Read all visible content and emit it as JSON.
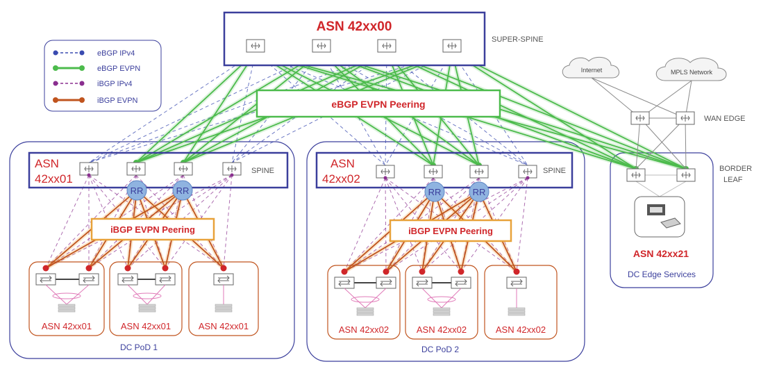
{
  "super_spine": {
    "asn": "ASN 42xx00",
    "tier_label": "SUPER-SPINE"
  },
  "legend": {
    "items": [
      {
        "label": "eBGP IPv4",
        "color": "#3a4bb0",
        "style": "dashed"
      },
      {
        "label": "eBGP EVPN",
        "color": "#4cbb4c",
        "style": "solid"
      },
      {
        "label": "iBGP IPv4",
        "color": "#8a2f8f",
        "style": "dashed"
      },
      {
        "label": "iBGP EVPN",
        "color": "#c0541e",
        "style": "solid"
      }
    ]
  },
  "peering": {
    "ebgp": "eBGP EVPN Peering",
    "ibgp_pod1": "iBGP EVPN Peering",
    "ibgp_pod2": "iBGP EVPN Peering"
  },
  "pod1": {
    "asn_line1": "ASN",
    "asn_line2": "42xx01",
    "spine_label": "SPINE",
    "rr": [
      "RR",
      "RR"
    ],
    "leaf_asns": [
      "ASN 42xx01",
      "ASN 42xx01",
      "ASN 42xx01"
    ],
    "name": "DC PoD 1"
  },
  "pod2": {
    "asn_line1": "ASN",
    "asn_line2": "42xx02",
    "spine_label": "SPINE",
    "rr": [
      "RR",
      "RR"
    ],
    "leaf_asns": [
      "ASN 42xx02",
      "ASN 42xx02",
      "ASN 42xx02"
    ],
    "name": "DC PoD 2"
  },
  "wan": {
    "clouds": [
      "Internet",
      "MPLS Network"
    ],
    "wan_edge_label": "WAN EDGE",
    "border_leaf_line1": "BORDER",
    "border_leaf_line2": "LEAF",
    "edge_asn": "ASN 42xx21",
    "edge_name": "DC Edge Services"
  },
  "colors": {
    "frame_blue": "#3b3f9c",
    "asn_red": "#d0262a",
    "evpn_green": "#4cbb4c",
    "ibgp_orange": "#c0541e",
    "ibgp_purple": "#8a2f8f",
    "ebgp_blue": "#3a4bb0",
    "rr_blue": "#8fb3e0",
    "pink": "#e07ab8"
  }
}
